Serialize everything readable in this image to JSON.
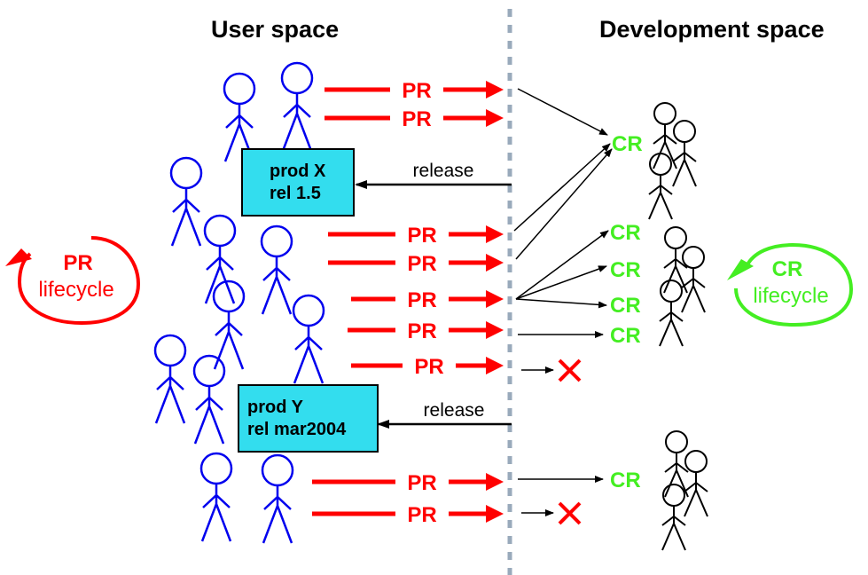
{
  "titles": {
    "user_space": "User space",
    "development_space": "Development space"
  },
  "labels": {
    "pr": "PR",
    "cr": "CR",
    "release": "release"
  },
  "lifecycles": {
    "pr": {
      "title": "PR",
      "subtitle": "lifecycle"
    },
    "cr": {
      "title": "CR",
      "subtitle": "lifecycle"
    }
  },
  "releases": [
    {
      "product": "prod X",
      "version": "rel 1.5"
    },
    {
      "product": "prod Y",
      "version": "rel mar2004"
    }
  ],
  "colors": {
    "pr": "#ff0000",
    "cr": "#44ee22",
    "user_figures": "#0000ee",
    "developer_figures": "#000000",
    "release_box": "#33ddee",
    "divider": "#99aabb"
  }
}
